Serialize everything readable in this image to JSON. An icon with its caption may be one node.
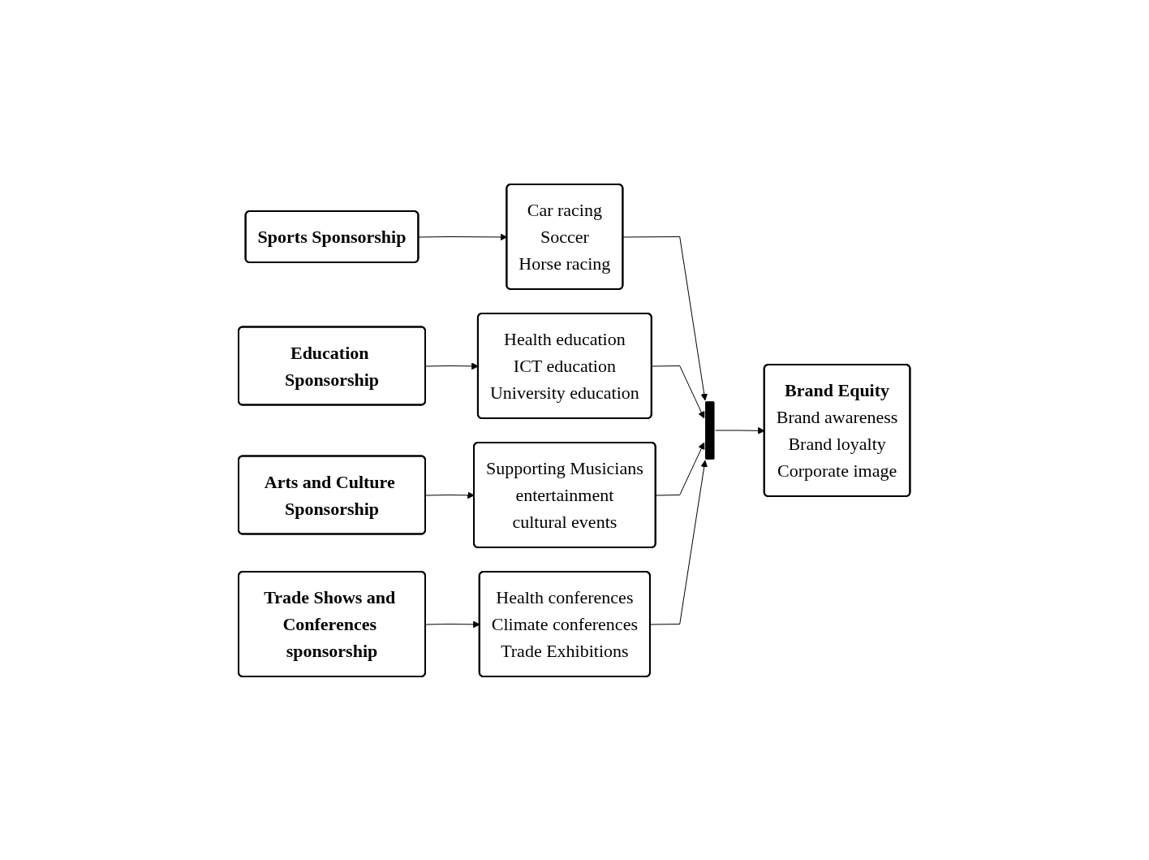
{
  "diagram": {
    "nodes": [
      {
        "text": [
          "Sports Sponsorship"
        ]
      },
      {
        "text": [
          "Car racing",
          "Soccer",
          "Horse racing"
        ]
      },
      {
        "text": [
          "Education Sponsorship"
        ]
      },
      {
        "text": [
          "Health education",
          "ICT education",
          "University education"
        ]
      },
      {
        "text": [
          "Arts and Culture Sponsorship"
        ]
      },
      {
        "text": [
          "Supporting Musicians",
          "entertainment",
          "cultural events"
        ]
      },
      {
        "text": [
          "Trade Shows and Conferences sponsorship"
        ]
      },
      {
        "text": [
          "Health conferences",
          "Climate conferences",
          "Trade Exhibitions"
        ]
      },
      {
        "text": [],
        "shape": "bar"
      },
      {
        "text": [
          "Brand Equity",
          "Brand awareness",
          "Brand loyalty",
          "Corporate image"
        ]
      }
    ],
    "edges": [
      {
        "from": 0,
        "to": 1,
        "arrow": "to"
      },
      {
        "from": 2,
        "to": 3,
        "arrow": "to"
      },
      {
        "from": 4,
        "to": 5,
        "arrow": "to"
      },
      {
        "from": 6,
        "to": 7,
        "arrow": "to"
      },
      {
        "from": 1,
        "to": 8,
        "arrow": "to"
      },
      {
        "from": 3,
        "to": 8,
        "arrow": "to"
      },
      {
        "from": 5,
        "to": 8,
        "arrow": "to"
      },
      {
        "from": 7,
        "to": 8,
        "arrow": "to"
      },
      {
        "from": 8,
        "to": 9,
        "arrow": "to"
      }
    ]
  }
}
